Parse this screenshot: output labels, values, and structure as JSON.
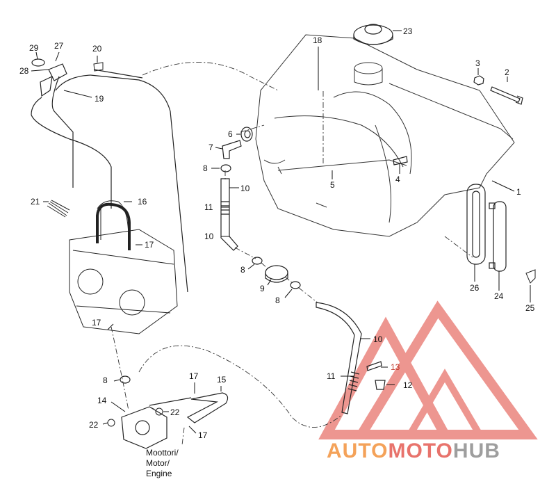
{
  "callouts": [
    {
      "id": "c1",
      "text": "1"
    },
    {
      "id": "c2",
      "text": "2"
    },
    {
      "id": "c3",
      "text": "3"
    },
    {
      "id": "c4",
      "text": "4"
    },
    {
      "id": "c5",
      "text": "5"
    },
    {
      "id": "c6",
      "text": "6"
    },
    {
      "id": "c7",
      "text": "7"
    },
    {
      "id": "c8a",
      "text": "8"
    },
    {
      "id": "c8b",
      "text": "8"
    },
    {
      "id": "c8c",
      "text": "8"
    },
    {
      "id": "c8d",
      "text": "8"
    },
    {
      "id": "c9",
      "text": "9"
    },
    {
      "id": "c10a",
      "text": "10"
    },
    {
      "id": "c10b",
      "text": "10"
    },
    {
      "id": "c10c",
      "text": "10"
    },
    {
      "id": "c11a",
      "text": "11"
    },
    {
      "id": "c11b",
      "text": "11"
    },
    {
      "id": "c12",
      "text": "12"
    },
    {
      "id": "c13",
      "text": "13"
    },
    {
      "id": "c14",
      "text": "14"
    },
    {
      "id": "c15",
      "text": "15"
    },
    {
      "id": "c16",
      "text": "16"
    },
    {
      "id": "c17a",
      "text": "17"
    },
    {
      "id": "c17b",
      "text": "17"
    },
    {
      "id": "c17c",
      "text": "17"
    },
    {
      "id": "c17d",
      "text": "17"
    },
    {
      "id": "c18",
      "text": "18"
    },
    {
      "id": "c19",
      "text": "19"
    },
    {
      "id": "c20",
      "text": "20"
    },
    {
      "id": "c21",
      "text": "21"
    },
    {
      "id": "c22a",
      "text": "22"
    },
    {
      "id": "c22b",
      "text": "22"
    },
    {
      "id": "c23",
      "text": "23"
    },
    {
      "id": "c24",
      "text": "24"
    },
    {
      "id": "c25",
      "text": "25"
    },
    {
      "id": "c26",
      "text": "26"
    },
    {
      "id": "c27",
      "text": "27"
    },
    {
      "id": "c28",
      "text": "28"
    },
    {
      "id": "c29",
      "text": "29"
    }
  ],
  "engine_label": {
    "line1": "Moottori/",
    "line2": "Motor/",
    "line3": "Engine"
  },
  "watermark": {
    "part_a": "AUTO",
    "part_b": "MOTO",
    "part_c": "HUB",
    "color_a": "#f4a259",
    "color_b": "#e8736c",
    "color_c": "#9e9e9e"
  },
  "colors": {
    "line": "#222222",
    "accent": "#c0392b"
  }
}
